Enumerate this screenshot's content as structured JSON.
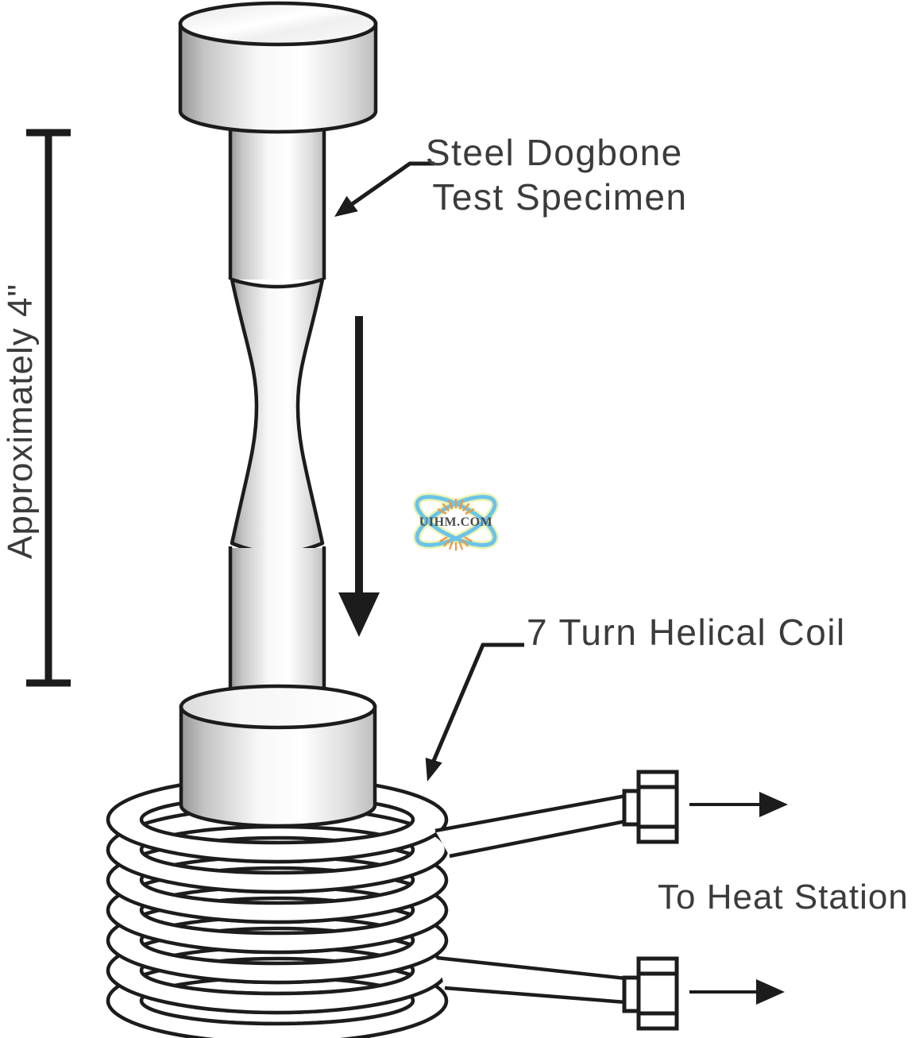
{
  "diagram": {
    "specimen": {
      "label_line1": "Steel Dogbone",
      "label_line2": "Test Specimen"
    },
    "coil": {
      "turns": 7,
      "label": "7 Turn Helical Coil"
    },
    "dimension": {
      "label": "Approximately 4\""
    },
    "heat_station": {
      "label": "To Heat Station"
    },
    "watermark": {
      "text": "UIHM.COM",
      "ring_color": "#5fc0e8",
      "glow_color": "#eef2ae",
      "text_color": "#c64a3a",
      "ray_color": "#e8923a"
    },
    "colors": {
      "outline": "#1c1c1c",
      "label_text": "#3b3b3b",
      "metal_light": "#ffffff",
      "metal_dark": "#969696",
      "background": "#ffffff"
    }
  }
}
